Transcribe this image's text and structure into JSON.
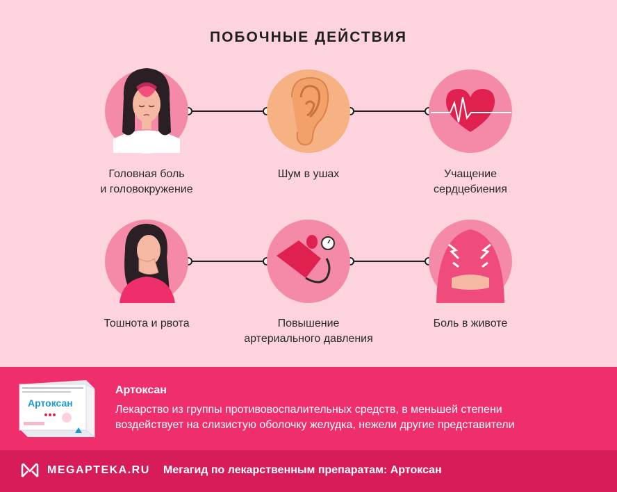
{
  "title": "ПОБОЧНЫЕ ДЕЙСТВИЯ",
  "side_effects": [
    {
      "line1": "Головная боль",
      "line2": "и головокружение"
    },
    {
      "line1": "Шум в ушах",
      "line2": ""
    },
    {
      "line1": "Учащение",
      "line2": "сердцебиения"
    },
    {
      "line1": "Тошнота и рвота",
      "line2": ""
    },
    {
      "line1": "Повышение",
      "line2": "артериального давления"
    },
    {
      "line1": "Боль в животе",
      "line2": ""
    }
  ],
  "product": {
    "box_brand": "Артоксан",
    "name": "Артоксан",
    "desc_line1": "Лекарство из группы противовоспалительных средств, в меньшей степени",
    "desc_line2": "воздействует на слизистую оболочку желудка, нежели другие представители"
  },
  "footer": {
    "logo": "MEGAPTEKA.RU",
    "text": "Мегагид по лекарственным препаратам: Артоксан"
  },
  "colors": {
    "background": "#fdd3de",
    "accent": "#ef2e6c",
    "footer": "#d81c5a",
    "circle": "#f48aa8",
    "ear_circle": "#f6b283"
  }
}
